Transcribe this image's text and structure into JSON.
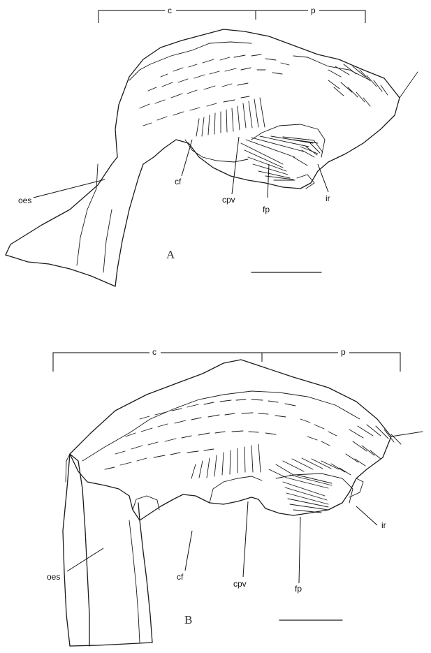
{
  "panels": [
    {
      "id": "A",
      "panel_label": "A",
      "region_labels": {
        "c": "c",
        "p": "p"
      },
      "labels": {
        "oes": "oes",
        "cf": "cf",
        "cpv": "cpv",
        "fp": "fp",
        "ir": "ir"
      }
    },
    {
      "id": "B",
      "panel_label": "B",
      "region_labels": {
        "c": "c",
        "p": "p"
      },
      "labels": {
        "oes": "oes",
        "cf": "cf",
        "cpv": "cpv",
        "fp": "fp",
        "ir": "ir"
      }
    }
  ]
}
